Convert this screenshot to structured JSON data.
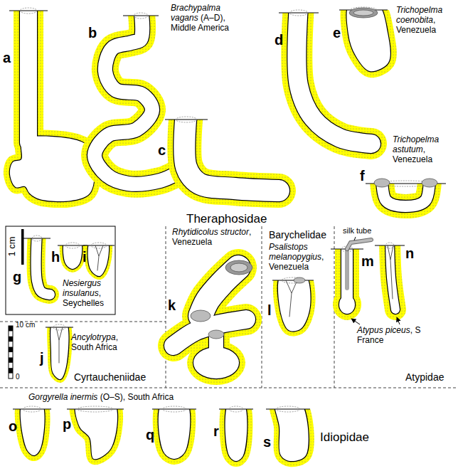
{
  "diagram": {
    "labels": [
      "Brachypalma vagans",
      "(A–D), Middle America",
      "Trichopelma coenobita",
      ", Venezuela",
      "Trichopelma astutum",
      ", Venezuela",
      "Theraphosidae",
      "1 cm",
      "Nesiergus insulanus",
      ", Seychelles",
      "Rhytidicolus structor",
      ", Venezuela",
      "Barychelidae",
      "Psalistops melanopygius",
      ", Venezuela",
      "silk tube",
      "Atypus piceus",
      ", S France",
      "10 cm",
      "0",
      "Ancylotrypa",
      ", South Africa",
      "Cyrtaucheniidae",
      "Atypidae",
      "Gorgyrella inermis",
      "(O–S), South Africa",
      "Idiopidae",
      "a",
      "b",
      "c",
      "d",
      "e",
      "f",
      "g",
      "h",
      "i",
      "j",
      "k",
      "l",
      "m",
      "n",
      "o",
      "p",
      "q",
      "r",
      "s"
    ]
  }
}
